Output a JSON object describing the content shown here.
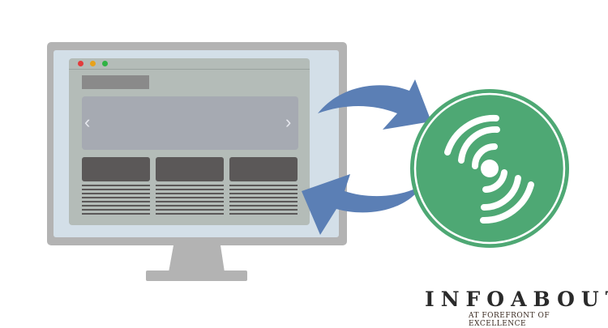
{
  "illustration": {
    "subject": "website-to-rss-feed sync",
    "monitor": {
      "colors": {
        "frame": "#b3b3b3",
        "bezel": "#d3dfe8",
        "browser_window": "#b4bcb8",
        "header_placeholder": "#8a8a8a",
        "carousel": "#a6aab2",
        "card": "#5b5858"
      },
      "window_controls": [
        {
          "name": "close",
          "color": "#e23b3b"
        },
        {
          "name": "minimize",
          "color": "#e8a21b"
        },
        {
          "name": "maximize",
          "color": "#2fb344"
        }
      ],
      "carousel": {
        "prev_icon": "‹",
        "next_icon": "›"
      },
      "cards": [
        {
          "id": 1,
          "text_lines": 8
        },
        {
          "id": 2,
          "text_lines": 8
        },
        {
          "id": 3,
          "text_lines": 8
        }
      ]
    },
    "arrows": {
      "color": "#5b7fb5",
      "top": "monitor-to-feed",
      "bottom": "feed-to-monitor"
    },
    "feed_icon": {
      "name": "rss-feed-icon",
      "background": "#4ea874",
      "ring": "#ffffff"
    }
  },
  "logo": {
    "title": "INFOABOUT",
    "tagline": "AT FOREFRONT OF EXCELLENCE"
  }
}
